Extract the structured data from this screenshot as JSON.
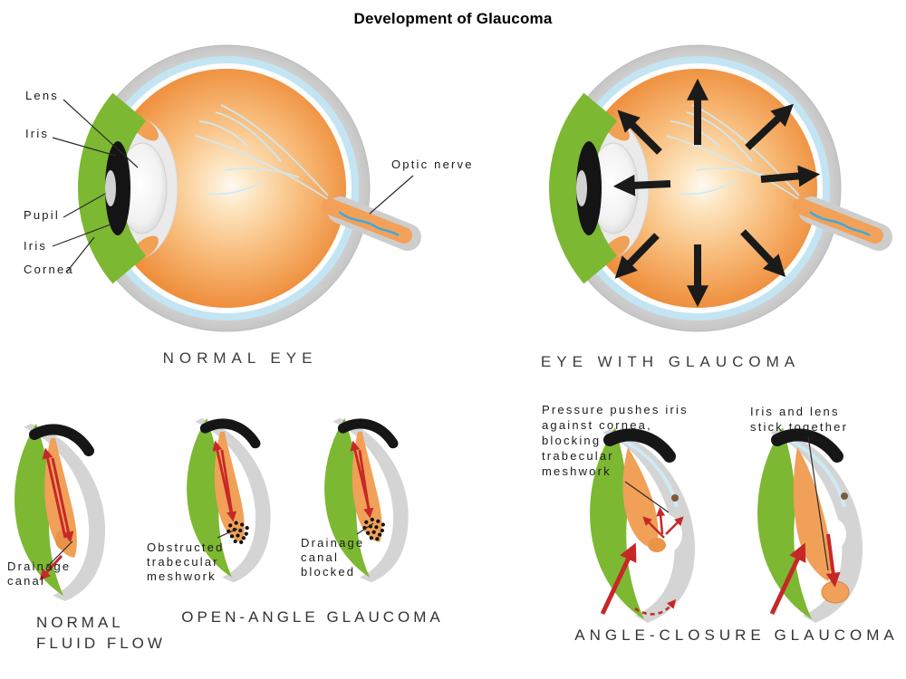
{
  "title": "Development of Glaucoma",
  "normal_eye": {
    "caption": "NORMAL EYE",
    "labels": {
      "lens": "Lens",
      "iris_top": "Iris",
      "pupil": "Pupil",
      "iris_bottom": "Iris",
      "cornea": "Cornea",
      "optic_nerve": "Optic nerve"
    }
  },
  "glaucoma_eye": {
    "caption": "EYE WITH GLAUCOMA"
  },
  "normal_fluid_flow": {
    "label": [
      "Drainage",
      "canal"
    ],
    "caption": [
      "NORMAL",
      "FLUID FLOW"
    ]
  },
  "open_angle": {
    "caption": "OPEN-ANGLE GLAUCOMA",
    "obstructed_label": [
      "Obstructed",
      "trabecular",
      "meshwork"
    ],
    "blocked_label": [
      "Drainage",
      "canal",
      "blocked"
    ]
  },
  "angle_closure": {
    "caption": "ANGLE-CLOSURE GLAUCOMA",
    "pressure_label": [
      "Pressure pushes iris",
      "against cornea,",
      "blocking",
      "trabecular",
      "meshwork"
    ],
    "stick_label": [
      "Iris and lens",
      "stick together"
    ]
  },
  "colors": {
    "sclera_gray": "#d9d9d9",
    "cornea_green": "#7cb832",
    "eye_orange": "#ef9140",
    "inner_blue": "#c3e5f3",
    "flow_arrow_red": "#c62828",
    "pressure_arrow_black": "#1a1a1a",
    "leader_line": "#2b2b2b"
  }
}
